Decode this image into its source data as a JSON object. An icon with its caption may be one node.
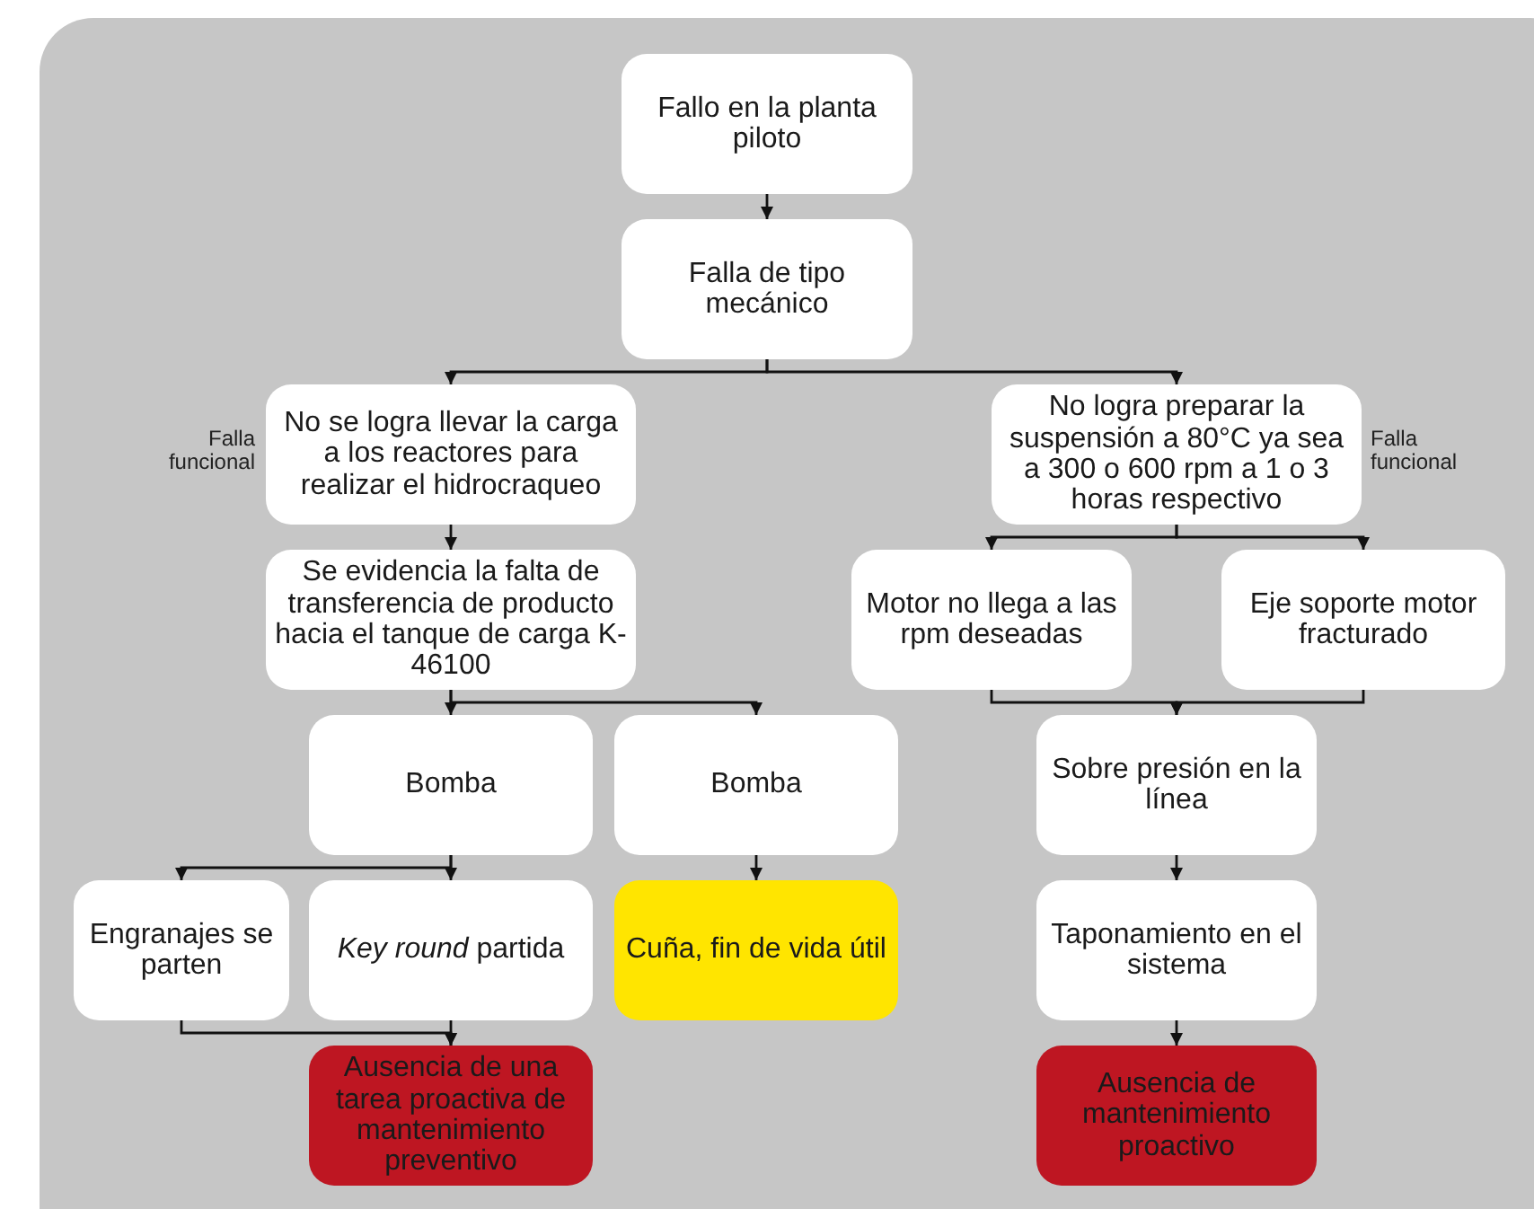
{
  "diagram": {
    "nodes": [
      {
        "text": [
          "Fallo en la planta piloto"
        ]
      },
      {
        "text": [
          "Falla de tipo mecánico"
        ]
      },
      {
        "text": [
          "No se logra llevar la carga  a los reactores para realizar el hidrocraqueo"
        ],
        "beside": [
          "Falla funcional"
        ]
      },
      {
        "text": [
          "No logra preparar la suspensión a 80°C ya sea a 300 o 600 rpm a 1 o 3 horas respectivo"
        ],
        "beside": [
          "Falla funcional"
        ]
      },
      {
        "text": [
          "Se evidencia la falta de transferencia de producto hacia el tanque de carga K-46100"
        ]
      },
      {
        "text": [
          "Motor no llega a las rpm deseadas"
        ]
      },
      {
        "text": [
          "Eje soporte motor fracturado"
        ]
      },
      {
        "text": [
          "Bomba"
        ]
      },
      {
        "text": [
          "Bomba"
        ]
      },
      {
        "text": [
          "Sobre presión en la línea"
        ]
      },
      {
        "text": [
          "Engranajes se parten"
        ]
      },
      {
        "text": [
          "*Key round* partida"
        ]
      },
      {
        "text": [
          "Cuña, fin de vida útil"
        ]
      },
      {
        "text": [
          "Taponamiento en el sistema"
        ]
      },
      {
        "text": [
          "Ausencia de una tarea proactiva de mantenimiento preventivo"
        ]
      },
      {
        "text": [
          "Ausencia de mantenimiento proactivo"
        ]
      }
    ],
    "edges": [
      {
        "from": 0,
        "to": 1,
        "arrow": "to"
      },
      {
        "from": 1,
        "to": 2,
        "arrow": "to"
      },
      {
        "from": 1,
        "to": 3,
        "arrow": "to"
      },
      {
        "from": 2,
        "to": 4,
        "arrow": "to"
      },
      {
        "from": 4,
        "to": 7,
        "arrow": "to"
      },
      {
        "from": 4,
        "to": 8,
        "arrow": "to"
      },
      {
        "from": 3,
        "to": 5,
        "arrow": "to"
      },
      {
        "from": 3,
        "to": 6,
        "arrow": "to"
      },
      {
        "from": 5,
        "to": 9,
        "arrow": "to"
      },
      {
        "from": 6,
        "to": 9,
        "arrow": "to"
      },
      {
        "from": 7,
        "to": 10,
        "arrow": "to"
      },
      {
        "from": 7,
        "to": 11,
        "arrow": "to"
      },
      {
        "from": 8,
        "to": 12,
        "arrow": "to"
      },
      {
        "from": 9,
        "to": 13,
        "arrow": "to"
      },
      {
        "from": 10,
        "to": 14,
        "arrow": "to"
      },
      {
        "from": 11,
        "to": 14,
        "arrow": "to"
      },
      {
        "from": 13,
        "to": 15,
        "arrow": "to"
      }
    ]
  }
}
